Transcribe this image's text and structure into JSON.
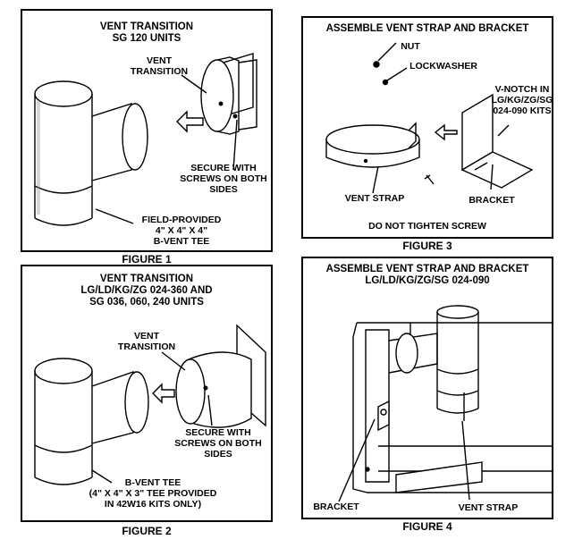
{
  "figure1": {
    "title": "VENT TRANSITION\nSG 120 UNITS",
    "label_transition": "VENT\nTRANSITION",
    "label_secure": "SECURE WITH\nSCREWS ON BOTH\nSIDES",
    "label_tee": "FIELD-PROVIDED\n4\" X 4\" X 4\"\nB-VENT TEE",
    "caption": "FIGURE 1"
  },
  "figure2": {
    "title": "VENT TRANSITION\nLG/LD/KG/ZG 024-360 AND\nSG 036, 060, 240 UNITS",
    "label_transition": "VENT\nTRANSITION",
    "label_secure": "SECURE WITH\nSCREWS ON BOTH\nSIDES",
    "label_tee": "B-VENT TEE\n(4\" X 4\" X 3\" TEE PROVIDED\nIN 42W16 KITS ONLY)",
    "caption": "FIGURE 2"
  },
  "figure3": {
    "title": "ASSEMBLE VENT STRAP AND BRACKET",
    "label_nut": "NUT",
    "label_lockwasher": "LOCKWASHER",
    "label_vnotch": "V-NOTCH IN\nLG/KG/ZG/SG\n024-090 KITS",
    "label_strap": "VENT STRAP",
    "label_bracket": "BRACKET",
    "note": "DO NOT TIGHTEN SCREW",
    "caption": "FIGURE 3"
  },
  "figure4": {
    "title": "ASSEMBLE VENT STRAP AND BRACKET\nLG/LD/KG/ZG/SG 024-090",
    "label_bracket": "BRACKET",
    "label_strap": "VENT STRAP",
    "caption": "FIGURE 4"
  }
}
